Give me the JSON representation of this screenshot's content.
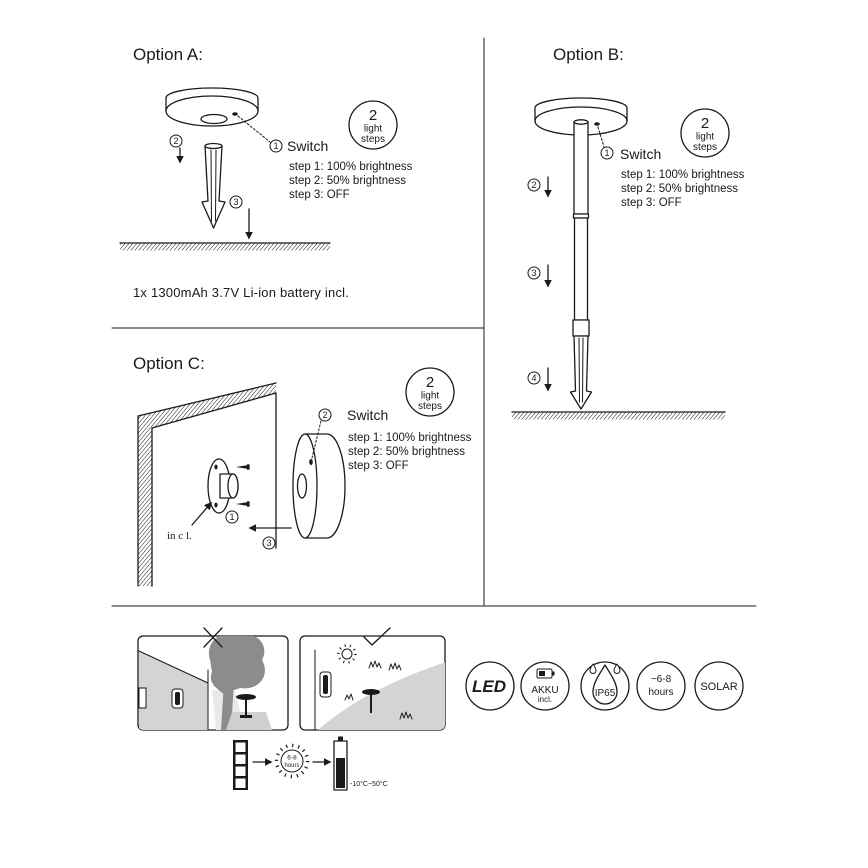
{
  "option_a": {
    "title": "Option A:",
    "light_badge": {
      "count": "2",
      "line1": "light",
      "line2": "steps"
    },
    "switch_marker": "1",
    "switch_label": "Switch",
    "steps": [
      "step 1: 100% brightness",
      "step 2: 50% brightness",
      "step 3: OFF"
    ],
    "step_markers": [
      "2",
      "3"
    ],
    "battery_note": "1x 1300mAh 3.7V Li-ion battery incl."
  },
  "option_b": {
    "title": "Option B:",
    "light_badge": {
      "count": "2",
      "line1": "light",
      "line2": "steps"
    },
    "switch_marker": "1",
    "switch_label": "Switch",
    "steps": [
      "step 1: 100% brightness",
      "step 2: 50% brightness",
      "step 3: OFF"
    ],
    "step_markers": [
      "2",
      "3",
      "4"
    ]
  },
  "option_c": {
    "title": "Option C:",
    "light_badge": {
      "count": "2",
      "line1": "light",
      "line2": "steps"
    },
    "switch_marker": "2",
    "switch_label": "Switch",
    "steps": [
      "step 1: 100% brightness",
      "step 2: 50% brightness",
      "step 3: OFF"
    ],
    "step_markers": [
      "1",
      "3"
    ],
    "included_note": "in c l."
  },
  "placement": {
    "bad_icon": "cross-mark-icon",
    "good_icon": "check-mark-icon"
  },
  "features": {
    "led": "LED",
    "akku": {
      "line1": "AKKU",
      "line2": "incl."
    },
    "ip_rating": "IP65",
    "runtime": {
      "line1": "~6-8",
      "line2": "hours"
    },
    "solar": "SOLAR"
  },
  "charging": {
    "icons": [
      "solar-panel-icon",
      "sun-icon",
      "battery-icon"
    ],
    "sun_line1": "6-8",
    "sun_line2": "hours",
    "temperature_range": "-10°C~50°C"
  },
  "colors": {
    "line": "#1a1a1a",
    "shade_light": "#d4d4d4",
    "shade_dark": "#8c8c8c",
    "background": "#ffffff"
  }
}
